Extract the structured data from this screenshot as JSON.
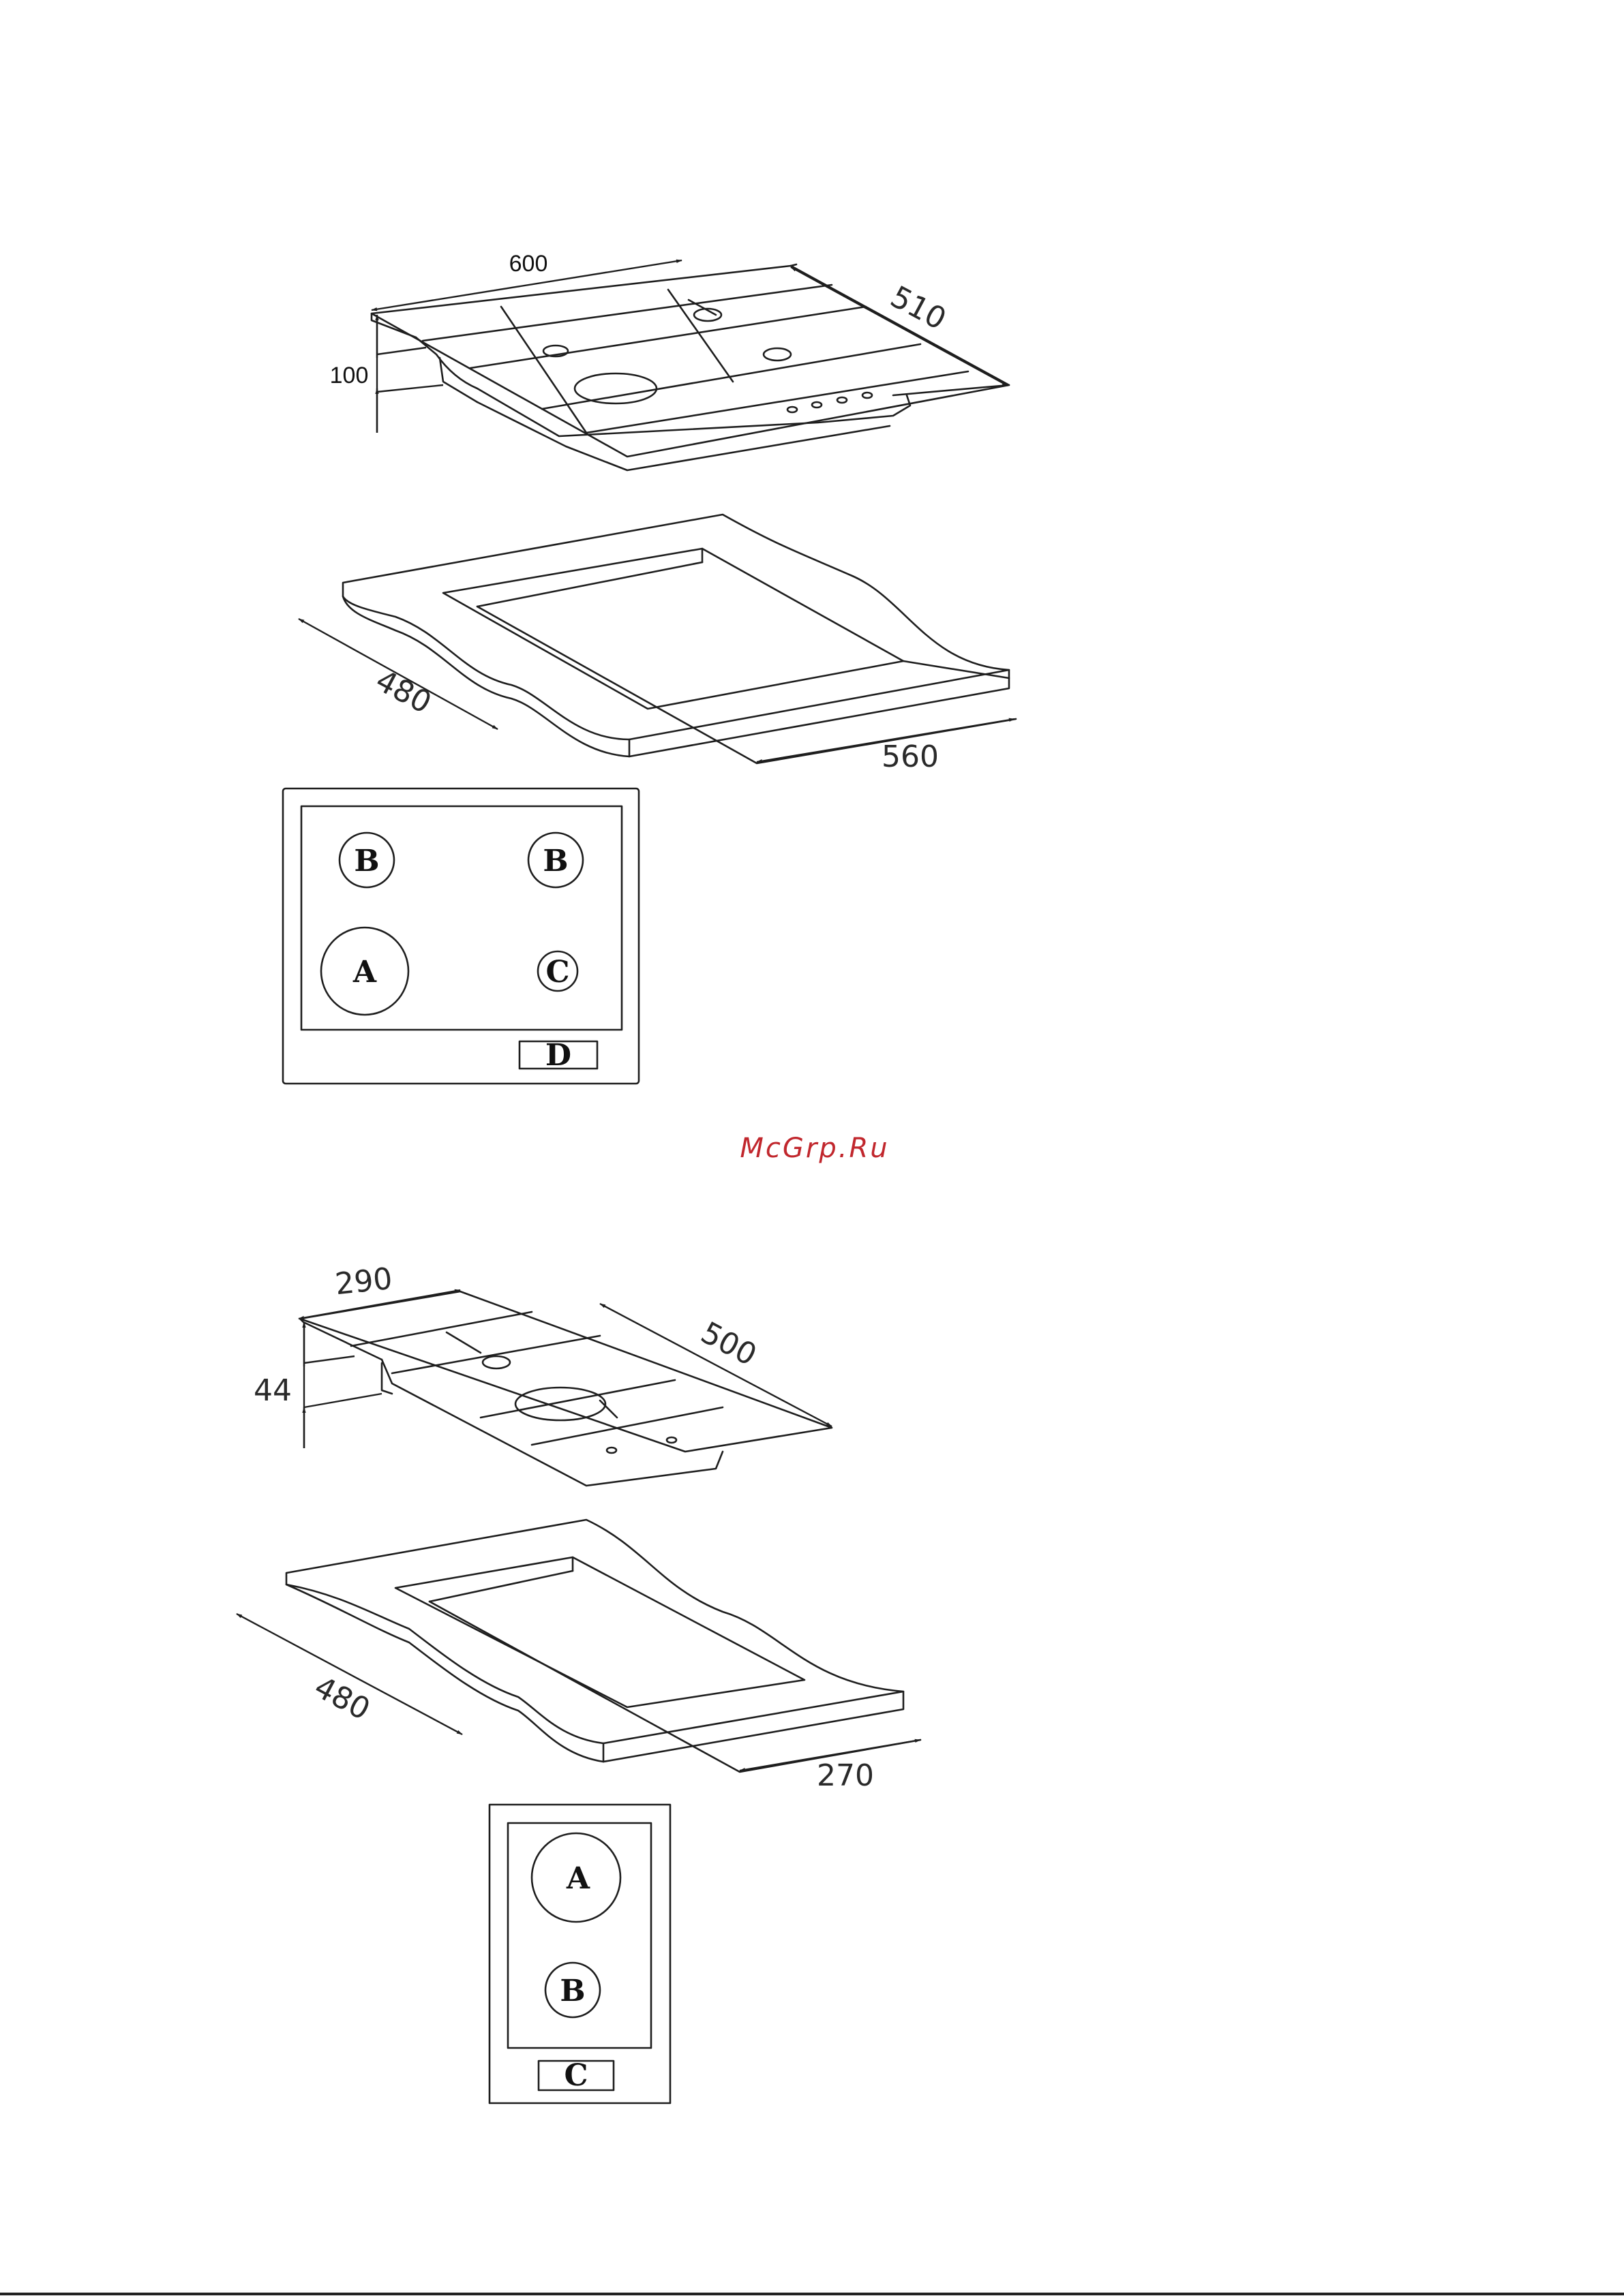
{
  "figure_1": {
    "hob_dimensions": {
      "width": "600",
      "depth": "510",
      "height": "100"
    },
    "cutout_dimensions": {
      "depth": "480",
      "width": "560"
    },
    "zones": [
      "B",
      "B",
      "A",
      "C"
    ],
    "control_panel": "D"
  },
  "watermark": "McGrp.Ru",
  "figure_2": {
    "hob_dimensions": {
      "width": "290",
      "depth": "500",
      "height": "44"
    },
    "cutout_dimensions": {
      "depth": "480",
      "width": "270"
    },
    "zones": [
      "A",
      "B"
    ],
    "control_panel": "C"
  }
}
